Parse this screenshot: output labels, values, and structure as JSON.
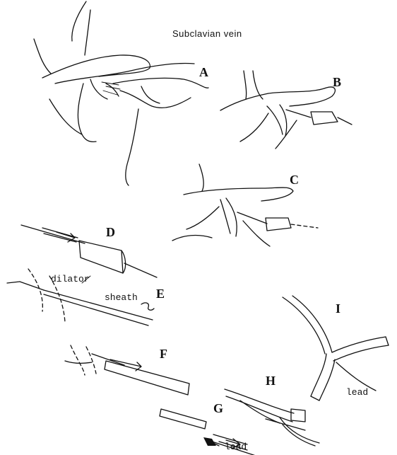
{
  "title": "Subclavian vein",
  "panels": {
    "a": "A",
    "b": "B",
    "c": "C",
    "d": "D",
    "e": "E",
    "f": "F",
    "g": "G",
    "h": "H",
    "i": "I"
  },
  "captions": {
    "dilator": "dilator",
    "sheath": "sheath",
    "lead_h_i": "lead",
    "lead_g": "lead"
  }
}
